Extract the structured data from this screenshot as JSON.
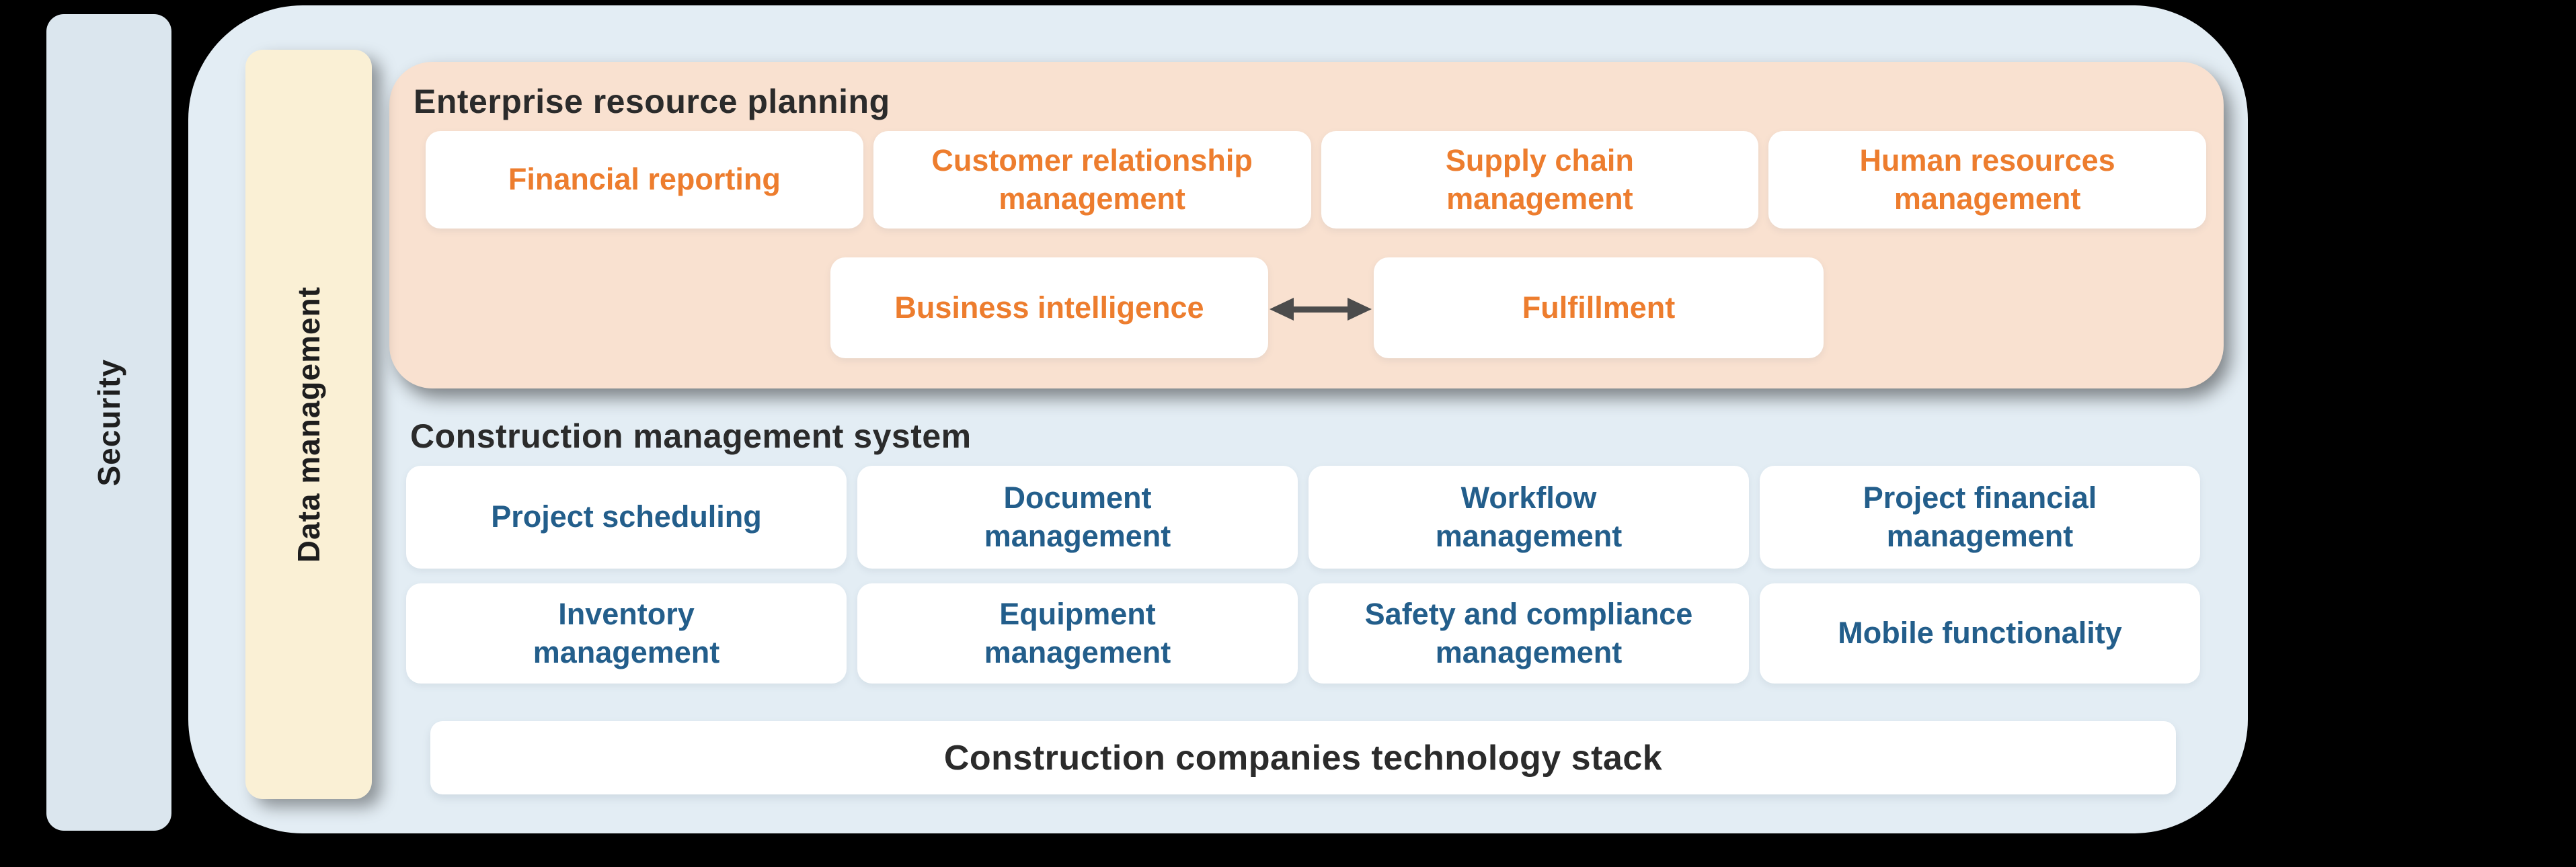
{
  "colors": {
    "background": "#000000",
    "security_bar": "#dbe6ee",
    "main_container": "#e3edf4",
    "data_bar": "#faf0d5",
    "erp_section": "#f9e1d0",
    "box_fill": "#ffffff",
    "erp_label": "#ed7d2e",
    "cms_label": "#235e8b",
    "title_text": "#2b2b2b",
    "arrow": "#4c4c4c"
  },
  "security": {
    "label": "Security"
  },
  "data_management": {
    "label": "Data management"
  },
  "erp": {
    "title": "Enterprise resource planning",
    "row1_boxes": [
      "Financial reporting",
      "Customer relationship\nmanagement",
      "Supply chain\nmanagement",
      "Human resources\nmanagement"
    ],
    "row2_left": "Business intelligence",
    "row2_right": "Fulfillment",
    "arrow_icon": "bidirectional-arrow"
  },
  "cms": {
    "title": "Construction management system",
    "boxes": [
      "Project scheduling",
      "Document\nmanagement",
      "Workflow\nmanagement",
      "Project financial\nmanagement",
      "Inventory\nmanagement",
      "Equipment\nmanagement",
      "Safety and compliance\nmanagement",
      "Mobile functionality"
    ]
  },
  "footer": {
    "label": "Construction companies technology stack"
  }
}
